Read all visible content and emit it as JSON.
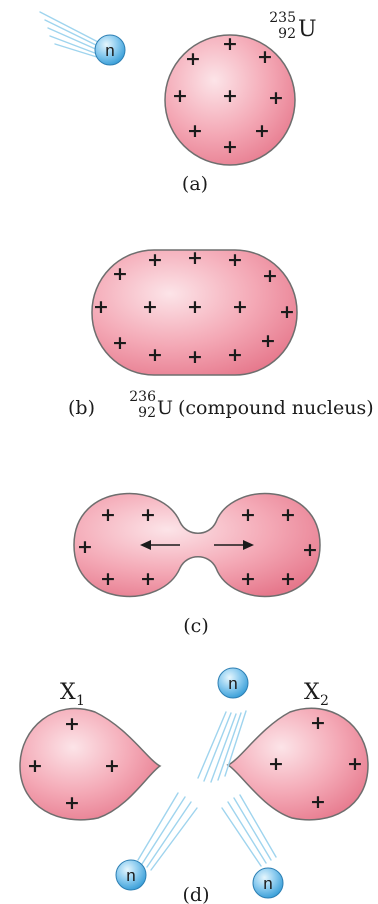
{
  "neutron_label": "n",
  "charge_symbol": "+",
  "panel_a": {
    "caption": "(a)",
    "nucleus": {
      "element": "U",
      "mass_number": "235",
      "atomic_number": "92"
    }
  },
  "panel_b": {
    "caption_prefix": "(b)",
    "nucleus": {
      "element": "U",
      "mass_number": "236",
      "atomic_number": "92"
    },
    "caption_suffix": "(compound nucleus)"
  },
  "panel_c": {
    "caption": "(c)"
  },
  "panel_d": {
    "caption": "(d)",
    "fragment_left": {
      "symbol": "X",
      "subscript": "1"
    },
    "fragment_right": {
      "symbol": "X",
      "subscript": "2"
    }
  },
  "colors": {
    "nucleus_light": "#fce4e8",
    "nucleus_dark": "#e8788c",
    "neutron_light": "#bde6fa",
    "neutron_dark": "#3a9fd8",
    "streak": "#9fd4ee"
  }
}
